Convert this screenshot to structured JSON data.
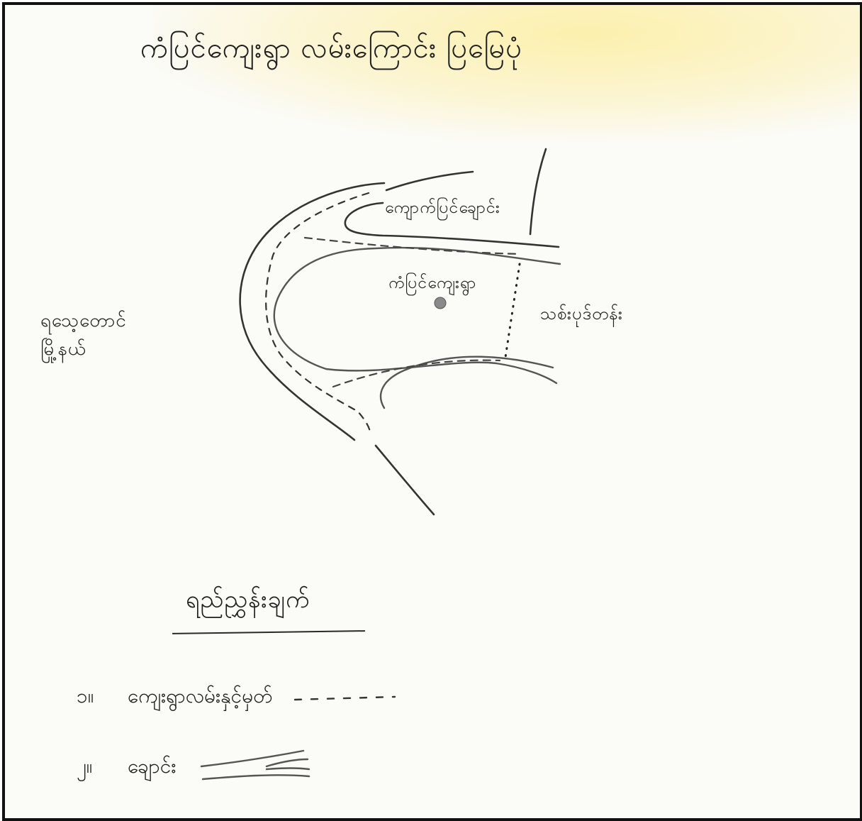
{
  "map": {
    "title": "ကံပြင်ကျေးရွာ လမ်းကြောင်း ပြမြေပုံ",
    "labels": {
      "stream": "ကျောက်ပြင်ချောင်း",
      "village": "ကံပြင်ကျေးရွာ",
      "east": "သစ်းပုဒ်တန်း",
      "west": "ရသေ့တောင်\nမြို့နယ်"
    },
    "legend": {
      "title": "ရည်ညွှန်းချက်",
      "items": [
        {
          "number": "၁။",
          "label": "ကျေးရွာလမ်းနှင့်မှတ်"
        },
        {
          "number": "၂။",
          "label": "ချောင်း"
        }
      ]
    },
    "colors": {
      "ink": "#1f1f1f",
      "pencil": "#777777",
      "village_dot": "#8a8a8a",
      "stain": "#fcee9f"
    }
  }
}
